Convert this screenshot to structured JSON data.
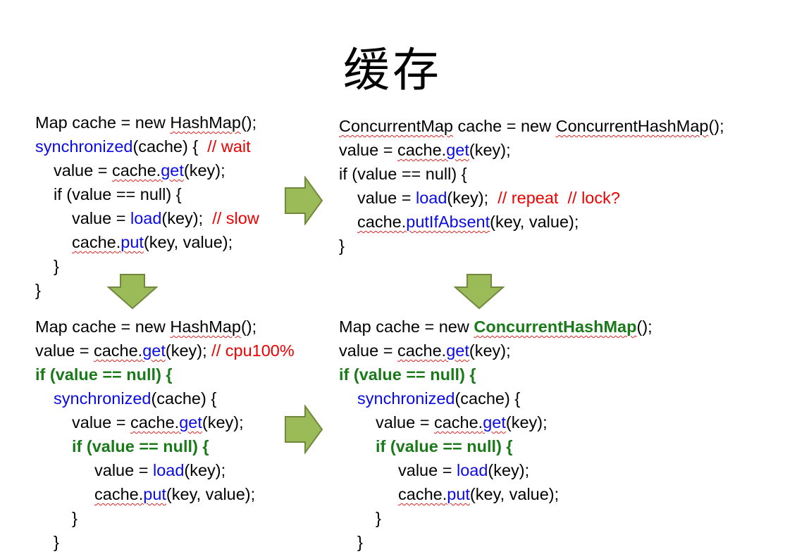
{
  "title": "缓存",
  "colors": {
    "keyword": "#0a0ae6",
    "comment": "#ee0000",
    "highlight": "#1a7a1a",
    "arrow_fill": "#9bbb59",
    "arrow_stroke": "#71893f",
    "squiggle": "#e02020"
  },
  "arrows": [
    {
      "name": "arrow-right-top",
      "direction": "right"
    },
    {
      "name": "arrow-down-left",
      "direction": "down"
    },
    {
      "name": "arrow-down-right",
      "direction": "down"
    },
    {
      "name": "arrow-right-bottom",
      "direction": "right"
    }
  ],
  "blocks": [
    {
      "name": "code-block-hashmap-synchronized",
      "lines": [
        {
          "indent": 0,
          "segments": [
            {
              "t": "Map cache = new "
            },
            {
              "t": "HashMap",
              "c": "sq"
            },
            {
              "t": "();"
            }
          ]
        },
        {
          "indent": 0,
          "segments": [
            {
              "t": "synchronized",
              "c": "kw"
            },
            {
              "t": "(cache) {  "
            },
            {
              "t": "// wait",
              "c": "cm"
            }
          ]
        },
        {
          "indent": 1,
          "segments": [
            {
              "t": "value = "
            },
            {
              "t": "cache.",
              "c": "sq"
            },
            {
              "t": "get",
              "c": "kw sq"
            },
            {
              "t": "(key);"
            }
          ]
        },
        {
          "indent": 1,
          "segments": [
            {
              "t": "if (value == null) {"
            }
          ]
        },
        {
          "indent": 2,
          "segments": [
            {
              "t": "value = "
            },
            {
              "t": "load",
              "c": "kw"
            },
            {
              "t": "(key);  "
            },
            {
              "t": "// slow",
              "c": "cm"
            }
          ]
        },
        {
          "indent": 2,
          "segments": [
            {
              "t": "cache.",
              "c": "sq"
            },
            {
              "t": "put",
              "c": "kw sq"
            },
            {
              "t": "(key, value);"
            }
          ]
        },
        {
          "indent": 1,
          "segments": [
            {
              "t": "}"
            }
          ]
        },
        {
          "indent": 0,
          "segments": [
            {
              "t": "}"
            }
          ]
        }
      ]
    },
    {
      "name": "code-block-concurrentmap-putifabsent",
      "lines": [
        {
          "indent": 0,
          "segments": [
            {
              "t": "ConcurrentMap",
              "c": "sq"
            },
            {
              "t": " cache = new "
            },
            {
              "t": "ConcurrentHashMap",
              "c": "sq"
            },
            {
              "t": "();"
            }
          ]
        },
        {
          "indent": 0,
          "segments": [
            {
              "t": "value = "
            },
            {
              "t": "cache.",
              "c": "sq"
            },
            {
              "t": "get",
              "c": "kw sq"
            },
            {
              "t": "(key);"
            }
          ]
        },
        {
          "indent": 0,
          "segments": [
            {
              "t": "if (value == null) {"
            }
          ]
        },
        {
          "indent": 1,
          "segments": [
            {
              "t": "value = "
            },
            {
              "t": "load",
              "c": "kw"
            },
            {
              "t": "(key);  "
            },
            {
              "t": "// repeat  // lock?",
              "c": "cm"
            }
          ]
        },
        {
          "indent": 1,
          "segments": [
            {
              "t": "cache.",
              "c": "sq"
            },
            {
              "t": "putIfAbsent",
              "c": "kw sq"
            },
            {
              "t": "(key, value);"
            }
          ]
        },
        {
          "indent": 0,
          "segments": [
            {
              "t": "}"
            }
          ]
        }
      ]
    },
    {
      "name": "code-block-hashmap-double-check",
      "lines": [
        {
          "indent": 0,
          "segments": [
            {
              "t": "Map cache = new "
            },
            {
              "t": "HashMap",
              "c": "sq"
            },
            {
              "t": "();"
            }
          ]
        },
        {
          "indent": 0,
          "segments": [
            {
              "t": "value = "
            },
            {
              "t": "cache.",
              "c": "sq"
            },
            {
              "t": "get",
              "c": "kw sq"
            },
            {
              "t": "(key); "
            },
            {
              "t": "// cpu100%",
              "c": "cm"
            }
          ]
        },
        {
          "indent": 0,
          "segments": [
            {
              "t": "if (value == null) {",
              "c": "gb"
            }
          ]
        },
        {
          "indent": 1,
          "segments": [
            {
              "t": "synchronized",
              "c": "kw"
            },
            {
              "t": "(cache) {"
            }
          ]
        },
        {
          "indent": 2,
          "segments": [
            {
              "t": "value = "
            },
            {
              "t": "cache.",
              "c": "sq"
            },
            {
              "t": "get",
              "c": "kw sq"
            },
            {
              "t": "(key);"
            }
          ]
        },
        {
          "indent": 2,
          "segments": [
            {
              "t": "if (value == null) {",
              "c": "gb"
            }
          ]
        },
        {
          "indent": 3,
          "segments": [
            {
              "t": "value = "
            },
            {
              "t": "load",
              "c": "kw"
            },
            {
              "t": "(key);"
            }
          ]
        },
        {
          "indent": 3,
          "segments": [
            {
              "t": "cache.",
              "c": "sq"
            },
            {
              "t": "put",
              "c": "kw sq"
            },
            {
              "t": "(key, value);"
            }
          ]
        },
        {
          "indent": 2,
          "segments": [
            {
              "t": "}"
            }
          ]
        },
        {
          "indent": 1,
          "segments": [
            {
              "t": "}"
            }
          ]
        }
      ]
    },
    {
      "name": "code-block-concurrenthashmap-double-check",
      "lines": [
        {
          "indent": 0,
          "segments": [
            {
              "t": "Map cache = new "
            },
            {
              "t": "ConcurrentHashMap",
              "c": "gb sq"
            },
            {
              "t": "();"
            }
          ]
        },
        {
          "indent": 0,
          "segments": [
            {
              "t": "value = "
            },
            {
              "t": "cache.",
              "c": "sq"
            },
            {
              "t": "get",
              "c": "kw sq"
            },
            {
              "t": "(key);"
            }
          ]
        },
        {
          "indent": 0,
          "segments": [
            {
              "t": "if (value == null) {",
              "c": "gb"
            }
          ]
        },
        {
          "indent": 1,
          "segments": [
            {
              "t": "synchronized",
              "c": "kw"
            },
            {
              "t": "(cache) {"
            }
          ]
        },
        {
          "indent": 2,
          "segments": [
            {
              "t": "value = "
            },
            {
              "t": "cache.",
              "c": "sq"
            },
            {
              "t": "get",
              "c": "kw sq"
            },
            {
              "t": "(key);"
            }
          ]
        },
        {
          "indent": 2,
          "segments": [
            {
              "t": "if (value == null) {",
              "c": "gb"
            }
          ]
        },
        {
          "indent": 3,
          "segments": [
            {
              "t": "value = "
            },
            {
              "t": "load",
              "c": "kw"
            },
            {
              "t": "(key);"
            }
          ]
        },
        {
          "indent": 3,
          "segments": [
            {
              "t": "cache.",
              "c": "sq"
            },
            {
              "t": "put",
              "c": "kw sq"
            },
            {
              "t": "(key, value);"
            }
          ]
        },
        {
          "indent": 2,
          "segments": [
            {
              "t": "}"
            }
          ]
        },
        {
          "indent": 1,
          "segments": [
            {
              "t": "}"
            }
          ]
        }
      ]
    }
  ]
}
